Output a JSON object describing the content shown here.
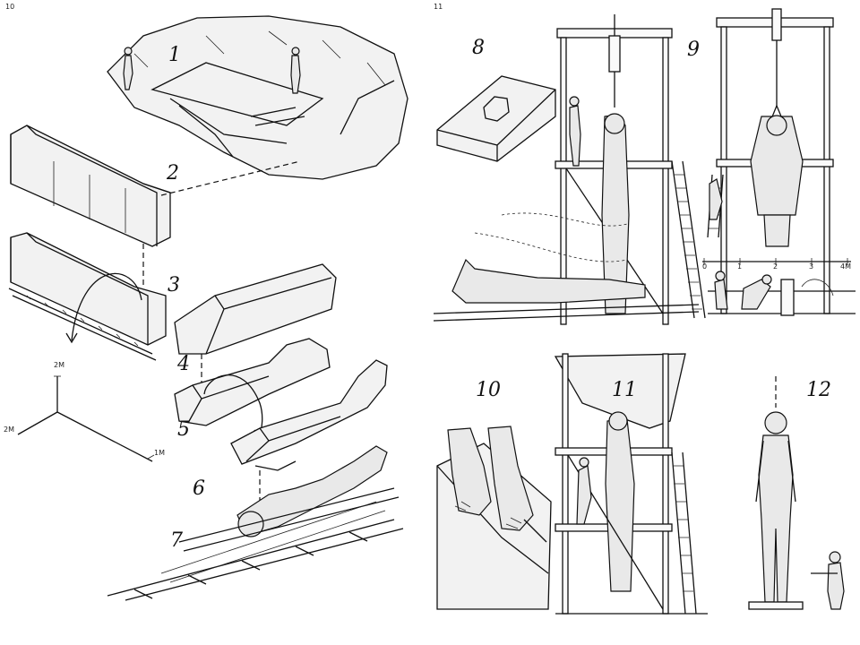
{
  "labels": {
    "step1": "1",
    "step2": "2",
    "step3": "3",
    "step4": "4",
    "step5": "5",
    "step6": "6",
    "step7": "7",
    "step8": "8",
    "step9": "9",
    "step10": "10",
    "step11": "11",
    "step12": "12"
  },
  "scale_left": {
    "vertical": "2M",
    "left": "2M",
    "right": "1M"
  },
  "scale_right": {
    "ticks": [
      "0",
      "1",
      "2",
      "3",
      "4M"
    ]
  },
  "page_marks": {
    "left": "10",
    "right": "11"
  }
}
